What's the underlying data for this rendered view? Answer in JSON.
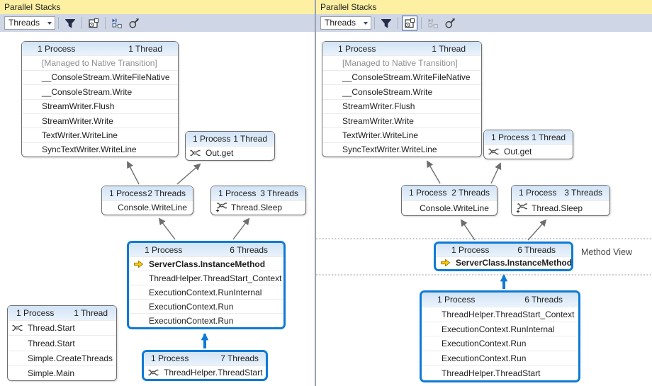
{
  "colors": {
    "highlight_blue": "#0e7ad6",
    "title_bar_yellow": "#fdf0a2",
    "toolbar_gray": "#cfd6e5",
    "box_header_blue": "#d2e3f5"
  },
  "panels": [
    {
      "title": "Parallel Stacks",
      "toolbar": {
        "view_selector_value": "Threads",
        "buttons": [
          {
            "name": "filter-threads",
            "state": "normal"
          },
          {
            "name": "toggle-method-view",
            "state": "normal"
          },
          {
            "name": "auto-scroll-to-current-stack-frame",
            "state": "enabled"
          },
          {
            "name": "toggle-zoom-control",
            "state": "normal"
          }
        ]
      },
      "annotation": "",
      "boxes": [
        {
          "name": "console-io-stack",
          "header": {
            "process": "1 Process",
            "threads": "1 Thread"
          },
          "frames": [
            {
              "text": "[Managed to Native Transition]"
            },
            {
              "text": "__ConsoleStream.WriteFileNative"
            },
            {
              "text": "__ConsoleStream.Write"
            },
            {
              "text": "StreamWriter.Flush"
            },
            {
              "text": "StreamWriter.Write"
            },
            {
              "text": "TextWriter.WriteLine"
            },
            {
              "text": "SyncTextWriter.WriteLine"
            }
          ]
        },
        {
          "name": "out-get",
          "header": {
            "process": "1 Process",
            "threads": "1 Thread"
          },
          "frames": [
            {
              "text": "Out.get",
              "icon": "threads-waiting-icon"
            }
          ]
        },
        {
          "name": "console-writeline",
          "header": {
            "process": "1 Process",
            "threads": "2 Threads"
          },
          "frames": [
            {
              "text": "Console.WriteLine"
            }
          ]
        },
        {
          "name": "thread-sleep",
          "header": {
            "process": "1 Process",
            "threads": "3 Threads"
          },
          "frames": [
            {
              "text": "Thread.Sleep",
              "icon": "threads-waiting-plus-icon"
            }
          ]
        },
        {
          "name": "serverclass-instancemethod-stack",
          "header": {
            "process": "1 Process",
            "threads": "6 Threads"
          },
          "highlighted": true,
          "frames": [
            {
              "text": "ServerClass.InstanceMethod",
              "icon": "current-frame-arrow-icon",
              "bold": true
            },
            {
              "text": "ThreadHelper.ThreadStart_Context"
            },
            {
              "text": "ExecutionContext.RunInternal"
            },
            {
              "text": "ExecutionContext.Run"
            },
            {
              "text": "ExecutionContext.Run"
            }
          ]
        },
        {
          "name": "main-thread-stack",
          "header": {
            "process": "1 Process",
            "threads": "1 Thread"
          },
          "frames": [
            {
              "text": "Thread.Start",
              "icon": "threads-waiting-icon"
            },
            {
              "text": "Thread.Start"
            },
            {
              "text": "Simple.CreateThreads"
            },
            {
              "text": "Simple.Main"
            }
          ]
        },
        {
          "name": "threadhelper-threadstart",
          "header": {
            "process": "1 Process",
            "threads": "7 Threads"
          },
          "highlighted": true,
          "frames": [
            {
              "text": "ThreadHelper.ThreadStart",
              "icon": "threads-waiting-icon"
            }
          ]
        }
      ]
    },
    {
      "title": "Parallel Stacks",
      "toolbar": {
        "view_selector_value": "Threads",
        "buttons": [
          {
            "name": "filter-threads",
            "state": "normal"
          },
          {
            "name": "toggle-method-view",
            "state": "pressed"
          },
          {
            "name": "auto-scroll-to-current-stack-frame",
            "state": "disabled"
          },
          {
            "name": "toggle-zoom-control",
            "state": "normal"
          }
        ]
      },
      "annotation": "Method View",
      "boxes": [
        {
          "name": "console-io-stack",
          "header": {
            "process": "1 Process",
            "threads": "1 Thread"
          },
          "frames": [
            {
              "text": "[Managed to Native Transition]"
            },
            {
              "text": "__ConsoleStream.WriteFileNative"
            },
            {
              "text": "__ConsoleStream.Write"
            },
            {
              "text": "StreamWriter.Flush"
            },
            {
              "text": "StreamWriter.Write"
            },
            {
              "text": "TextWriter.WriteLine"
            },
            {
              "text": "SyncTextWriter.WriteLine"
            }
          ]
        },
        {
          "name": "out-get",
          "header": {
            "process": "1 Process",
            "threads": "1 Thread"
          },
          "frames": [
            {
              "text": "Out.get",
              "icon": "threads-waiting-icon"
            }
          ]
        },
        {
          "name": "console-writeline",
          "header": {
            "process": "1 Process",
            "threads": "2 Threads"
          },
          "frames": [
            {
              "text": "Console.WriteLine"
            }
          ]
        },
        {
          "name": "thread-sleep",
          "header": {
            "process": "1 Process",
            "threads": "3 Threads"
          },
          "frames": [
            {
              "text": "Thread.Sleep",
              "icon": "threads-waiting-plus-icon"
            }
          ]
        },
        {
          "name": "method-view-box",
          "header": {
            "process": "1 Process",
            "threads": "6 Threads"
          },
          "highlighted": true,
          "frames": [
            {
              "text": "ServerClass.InstanceMethod",
              "icon": "current-frame-arrow-icon",
              "bold": true
            }
          ]
        },
        {
          "name": "callers-stack",
          "header": {
            "process": "1 Process",
            "threads": "6 Threads"
          },
          "highlighted": true,
          "frames": [
            {
              "text": "ThreadHelper.ThreadStart_Context"
            },
            {
              "text": "ExecutionContext.RunInternal"
            },
            {
              "text": "ExecutionContext.Run"
            },
            {
              "text": "ExecutionContext.Run"
            },
            {
              "text": "ThreadHelper.ThreadStart"
            }
          ]
        }
      ]
    }
  ]
}
